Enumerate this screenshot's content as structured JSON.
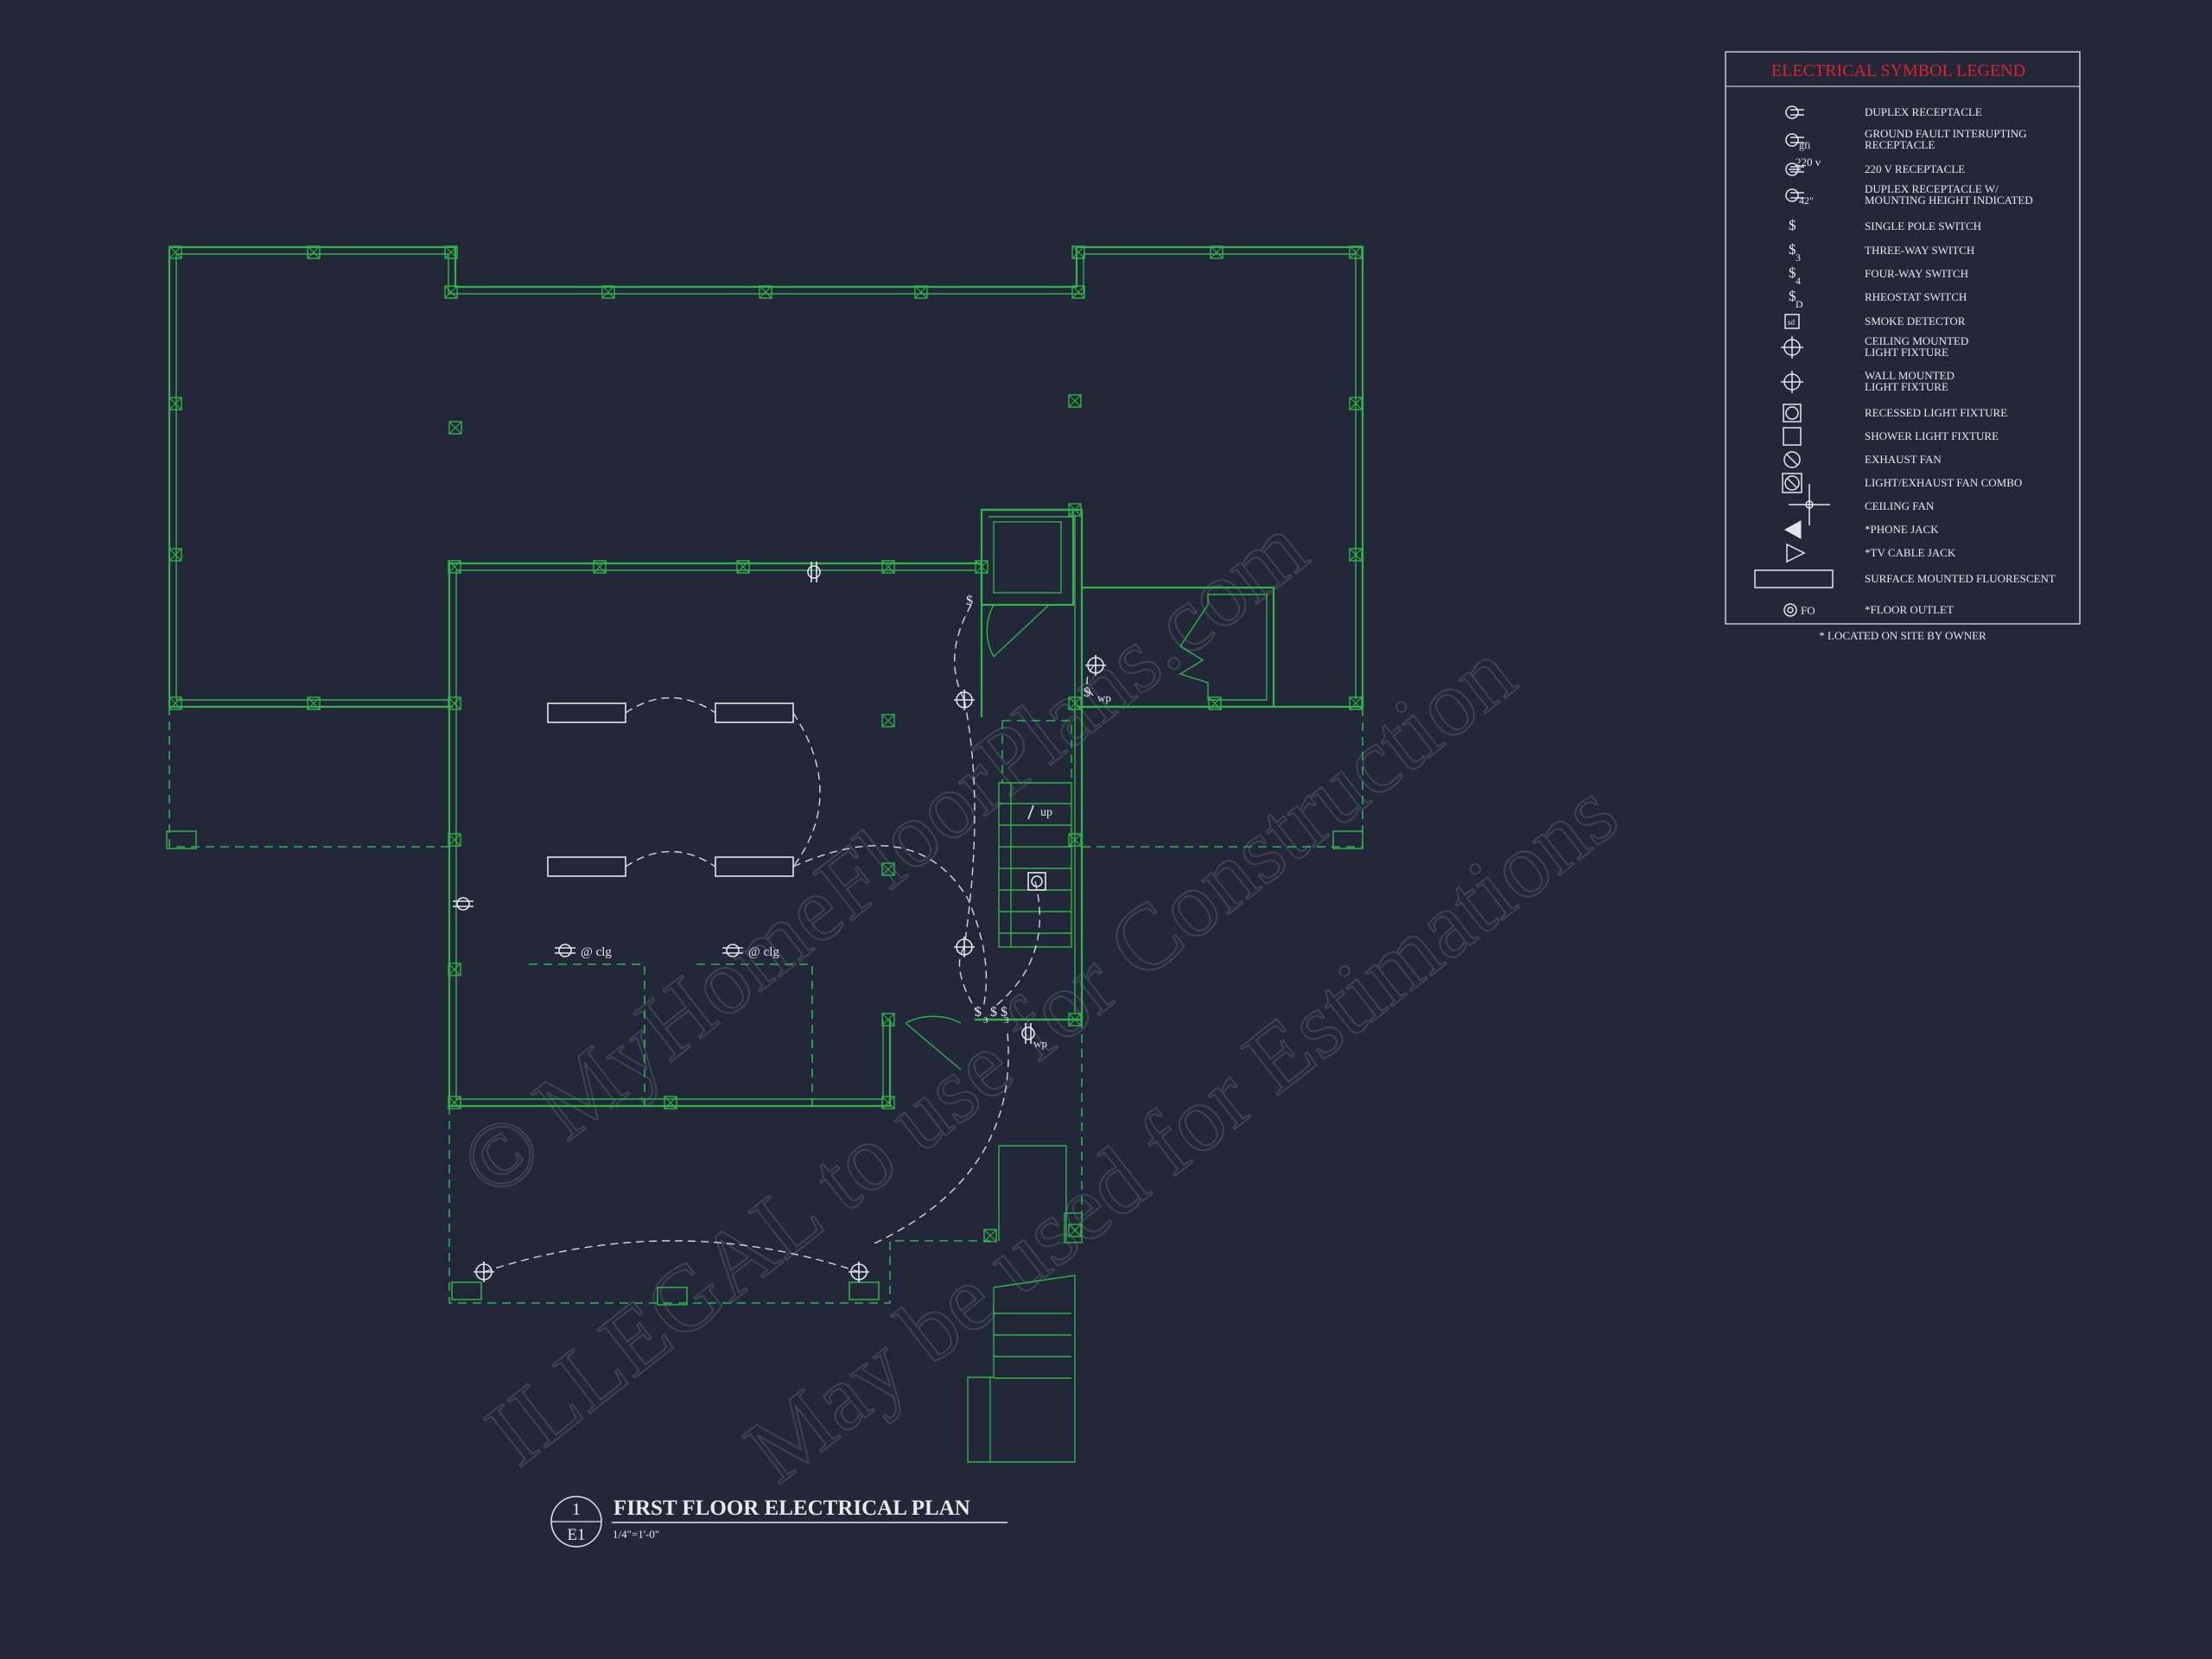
{
  "watermark": {
    "line1": "© MyHomeFloorPlans.com",
    "line2": "ILLEGAL to use for Construction",
    "line3": "May be used for Estimations"
  },
  "legend": {
    "title": "ELECTRICAL SYMBOL LEGEND",
    "title_color": "#e0202a",
    "items": [
      {
        "icon": "duplex-receptacle-icon",
        "text1": "DUPLEX RECEPTACLE",
        "text2": ""
      },
      {
        "icon": "gfi-receptacle-icon",
        "text1": "GROUND FAULT INTERUPTING",
        "text2": "RECEPTACLE",
        "sub": "gfi"
      },
      {
        "icon": "220v-receptacle-icon",
        "text1": "220 V RECEPTACLE",
        "text2": "",
        "sub": "220 v"
      },
      {
        "icon": "height-receptacle-icon",
        "text1": "DUPLEX RECEPTACLE W/",
        "text2": "MOUNTING HEIGHT INDICATED",
        "sub": "42\""
      },
      {
        "icon": "single-pole-switch-icon",
        "text1": "SINGLE POLE SWITCH",
        "text2": ""
      },
      {
        "icon": "three-way-switch-icon",
        "text1": "THREE-WAY SWITCH",
        "text2": "",
        "sub": "3"
      },
      {
        "icon": "four-way-switch-icon",
        "text1": "FOUR-WAY SWITCH",
        "text2": "",
        "sub": "4"
      },
      {
        "icon": "rheostat-switch-icon",
        "text1": "RHEOSTAT SWITCH",
        "text2": "",
        "sub": "D"
      },
      {
        "icon": "smoke-detector-icon",
        "text1": "SMOKE DETECTOR",
        "text2": "",
        "sub": "sd"
      },
      {
        "icon": "ceiling-light-icon",
        "text1": "CEILING MOUNTED",
        "text2": "LIGHT FIXTURE"
      },
      {
        "icon": "wall-light-icon",
        "text1": "WALL MOUNTED",
        "text2": "LIGHT FIXTURE"
      },
      {
        "icon": "recessed-light-icon",
        "text1": "RECESSED LIGHT FIXTURE",
        "text2": ""
      },
      {
        "icon": "shower-light-icon",
        "text1": "SHOWER LIGHT FIXTURE",
        "text2": ""
      },
      {
        "icon": "exhaust-fan-icon",
        "text1": "EXHAUST FAN",
        "text2": ""
      },
      {
        "icon": "light-exhaust-combo-icon",
        "text1": "LIGHT/EXHAUST FAN COMBO",
        "text2": ""
      },
      {
        "icon": "ceiling-fan-icon",
        "text1": "CEILING FAN",
        "text2": ""
      },
      {
        "icon": "phone-jack-icon",
        "text1": "*PHONE JACK",
        "text2": ""
      },
      {
        "icon": "tv-cable-jack-icon",
        "text1": "*TV CABLE JACK",
        "text2": ""
      },
      {
        "icon": "fluorescent-icon",
        "text1": "SURFACE MOUNTED FLUORESCENT",
        "text2": ""
      },
      {
        "icon": "floor-outlet-icon",
        "text1": "*FLOOR OUTLET",
        "text2": "",
        "sub": "FO"
      }
    ],
    "footnote": "* LOCATED ON SITE BY OWNER"
  },
  "plan": {
    "labels": {
      "clg1": "@ clg",
      "clg2": "@ clg",
      "up": "up",
      "wp1": "wp",
      "wp2": "wp",
      "switch_group": "$",
      "switch_sub1": "3",
      "switch_sub2": "3"
    }
  },
  "title_block": {
    "number": "1",
    "sheet": "E1",
    "title": "FIRST FLOOR ELECTRICAL PLAN",
    "scale": "1/4\"=1'-0\""
  },
  "colors": {
    "background": "#232839",
    "walls": "#2fb34a",
    "symbols": "#e4e6ea"
  }
}
